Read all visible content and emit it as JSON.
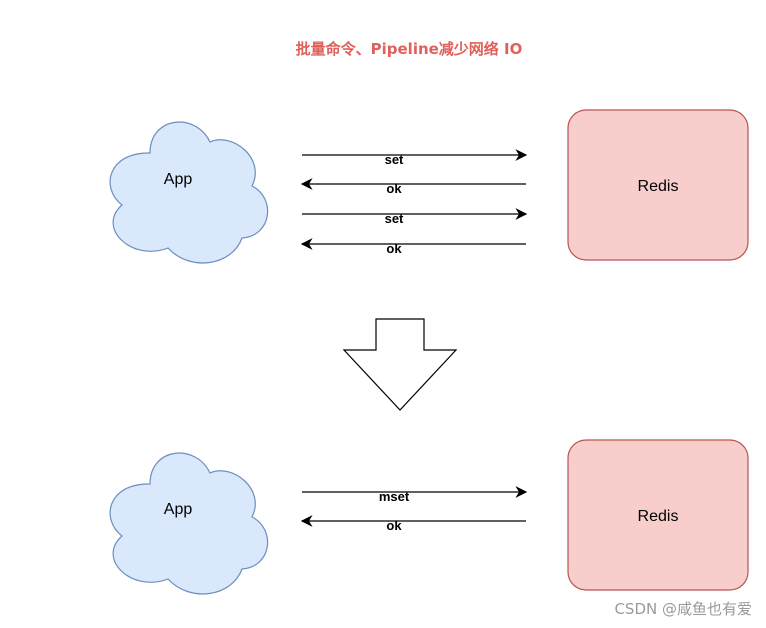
{
  "title": "批量命令、Pipeline减少网络 IO",
  "top_section": {
    "client_label": "App",
    "server_label": "Redis",
    "messages": [
      {
        "label": "set",
        "direction": "to-server"
      },
      {
        "label": "ok",
        "direction": "to-client"
      },
      {
        "label": "set",
        "direction": "to-server"
      },
      {
        "label": "ok",
        "direction": "to-client"
      }
    ]
  },
  "bottom_section": {
    "client_label": "App",
    "server_label": "Redis",
    "messages": [
      {
        "label": "mset",
        "direction": "to-server"
      },
      {
        "label": "ok",
        "direction": "to-client"
      }
    ]
  },
  "watermark": "CSDN @咸鱼也有爱",
  "colors": {
    "title": "#e0605a",
    "cloud_fill": "#dae8fc",
    "cloud_stroke": "#6c8ebf",
    "server_fill": "#f8cecc",
    "server_stroke": "#b85450",
    "arrow": "#000000",
    "watermark": "#9a9a9a"
  }
}
